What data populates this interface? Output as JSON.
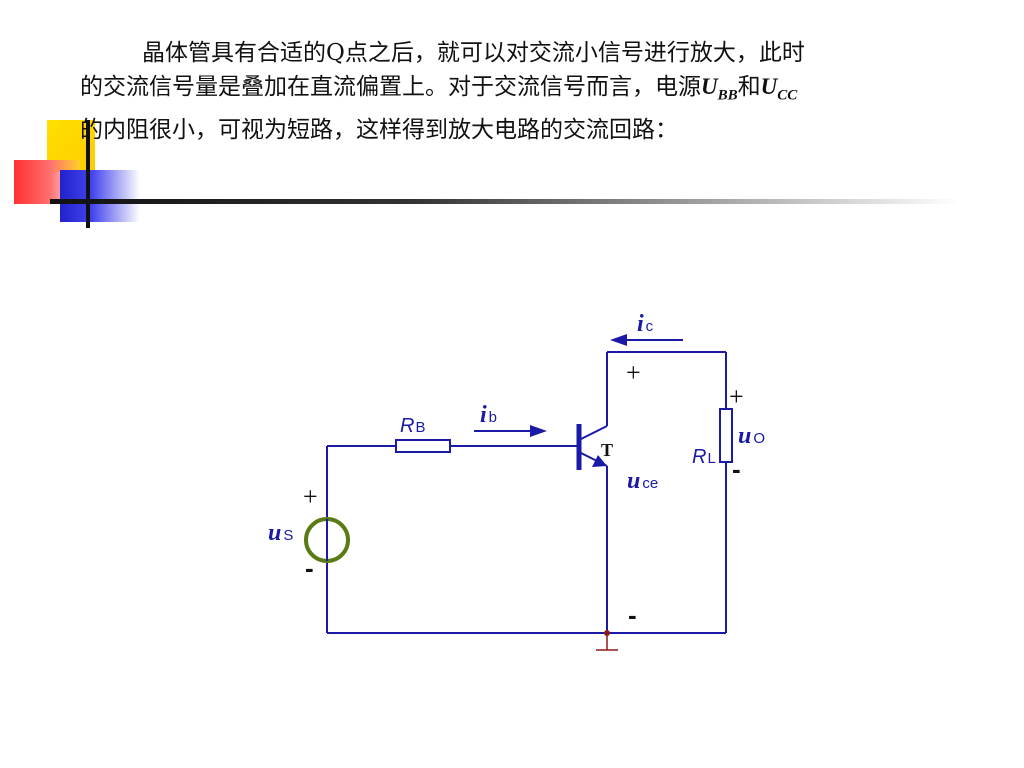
{
  "paragraph": {
    "line1": "晶体管具有合适的Q点之后，就可以对交流小信号进行放大，此时",
    "line2": "的交流信号量是叠加在直流偏置上。对于交流信号而言，电源",
    "ubb_main": "U",
    "ubb_sub": "BB",
    "conj": "和",
    "ucc_main": "U",
    "ucc_sub": "CC",
    "line3": "的内阻很小，可视为短路，这样得到放大电路的交流回路："
  },
  "circuit": {
    "ic_main": "i",
    "ic_sub": "c",
    "ib_main": "i",
    "ib_sub": "b",
    "rb_main": "R",
    "rb_sub": "B",
    "rl_main": "R",
    "rl_sub": "L",
    "uo_main": "u",
    "uo_sub": "O",
    "uce_main": "u",
    "uce_sub": "ce",
    "us_main": "u",
    "us_sub": "S",
    "transistor": "T",
    "plus": "+",
    "minus": "-"
  },
  "colors": {
    "wire": "#1a1aa6",
    "source_ring": "#5a7a14",
    "node": "#8b1a1a"
  }
}
